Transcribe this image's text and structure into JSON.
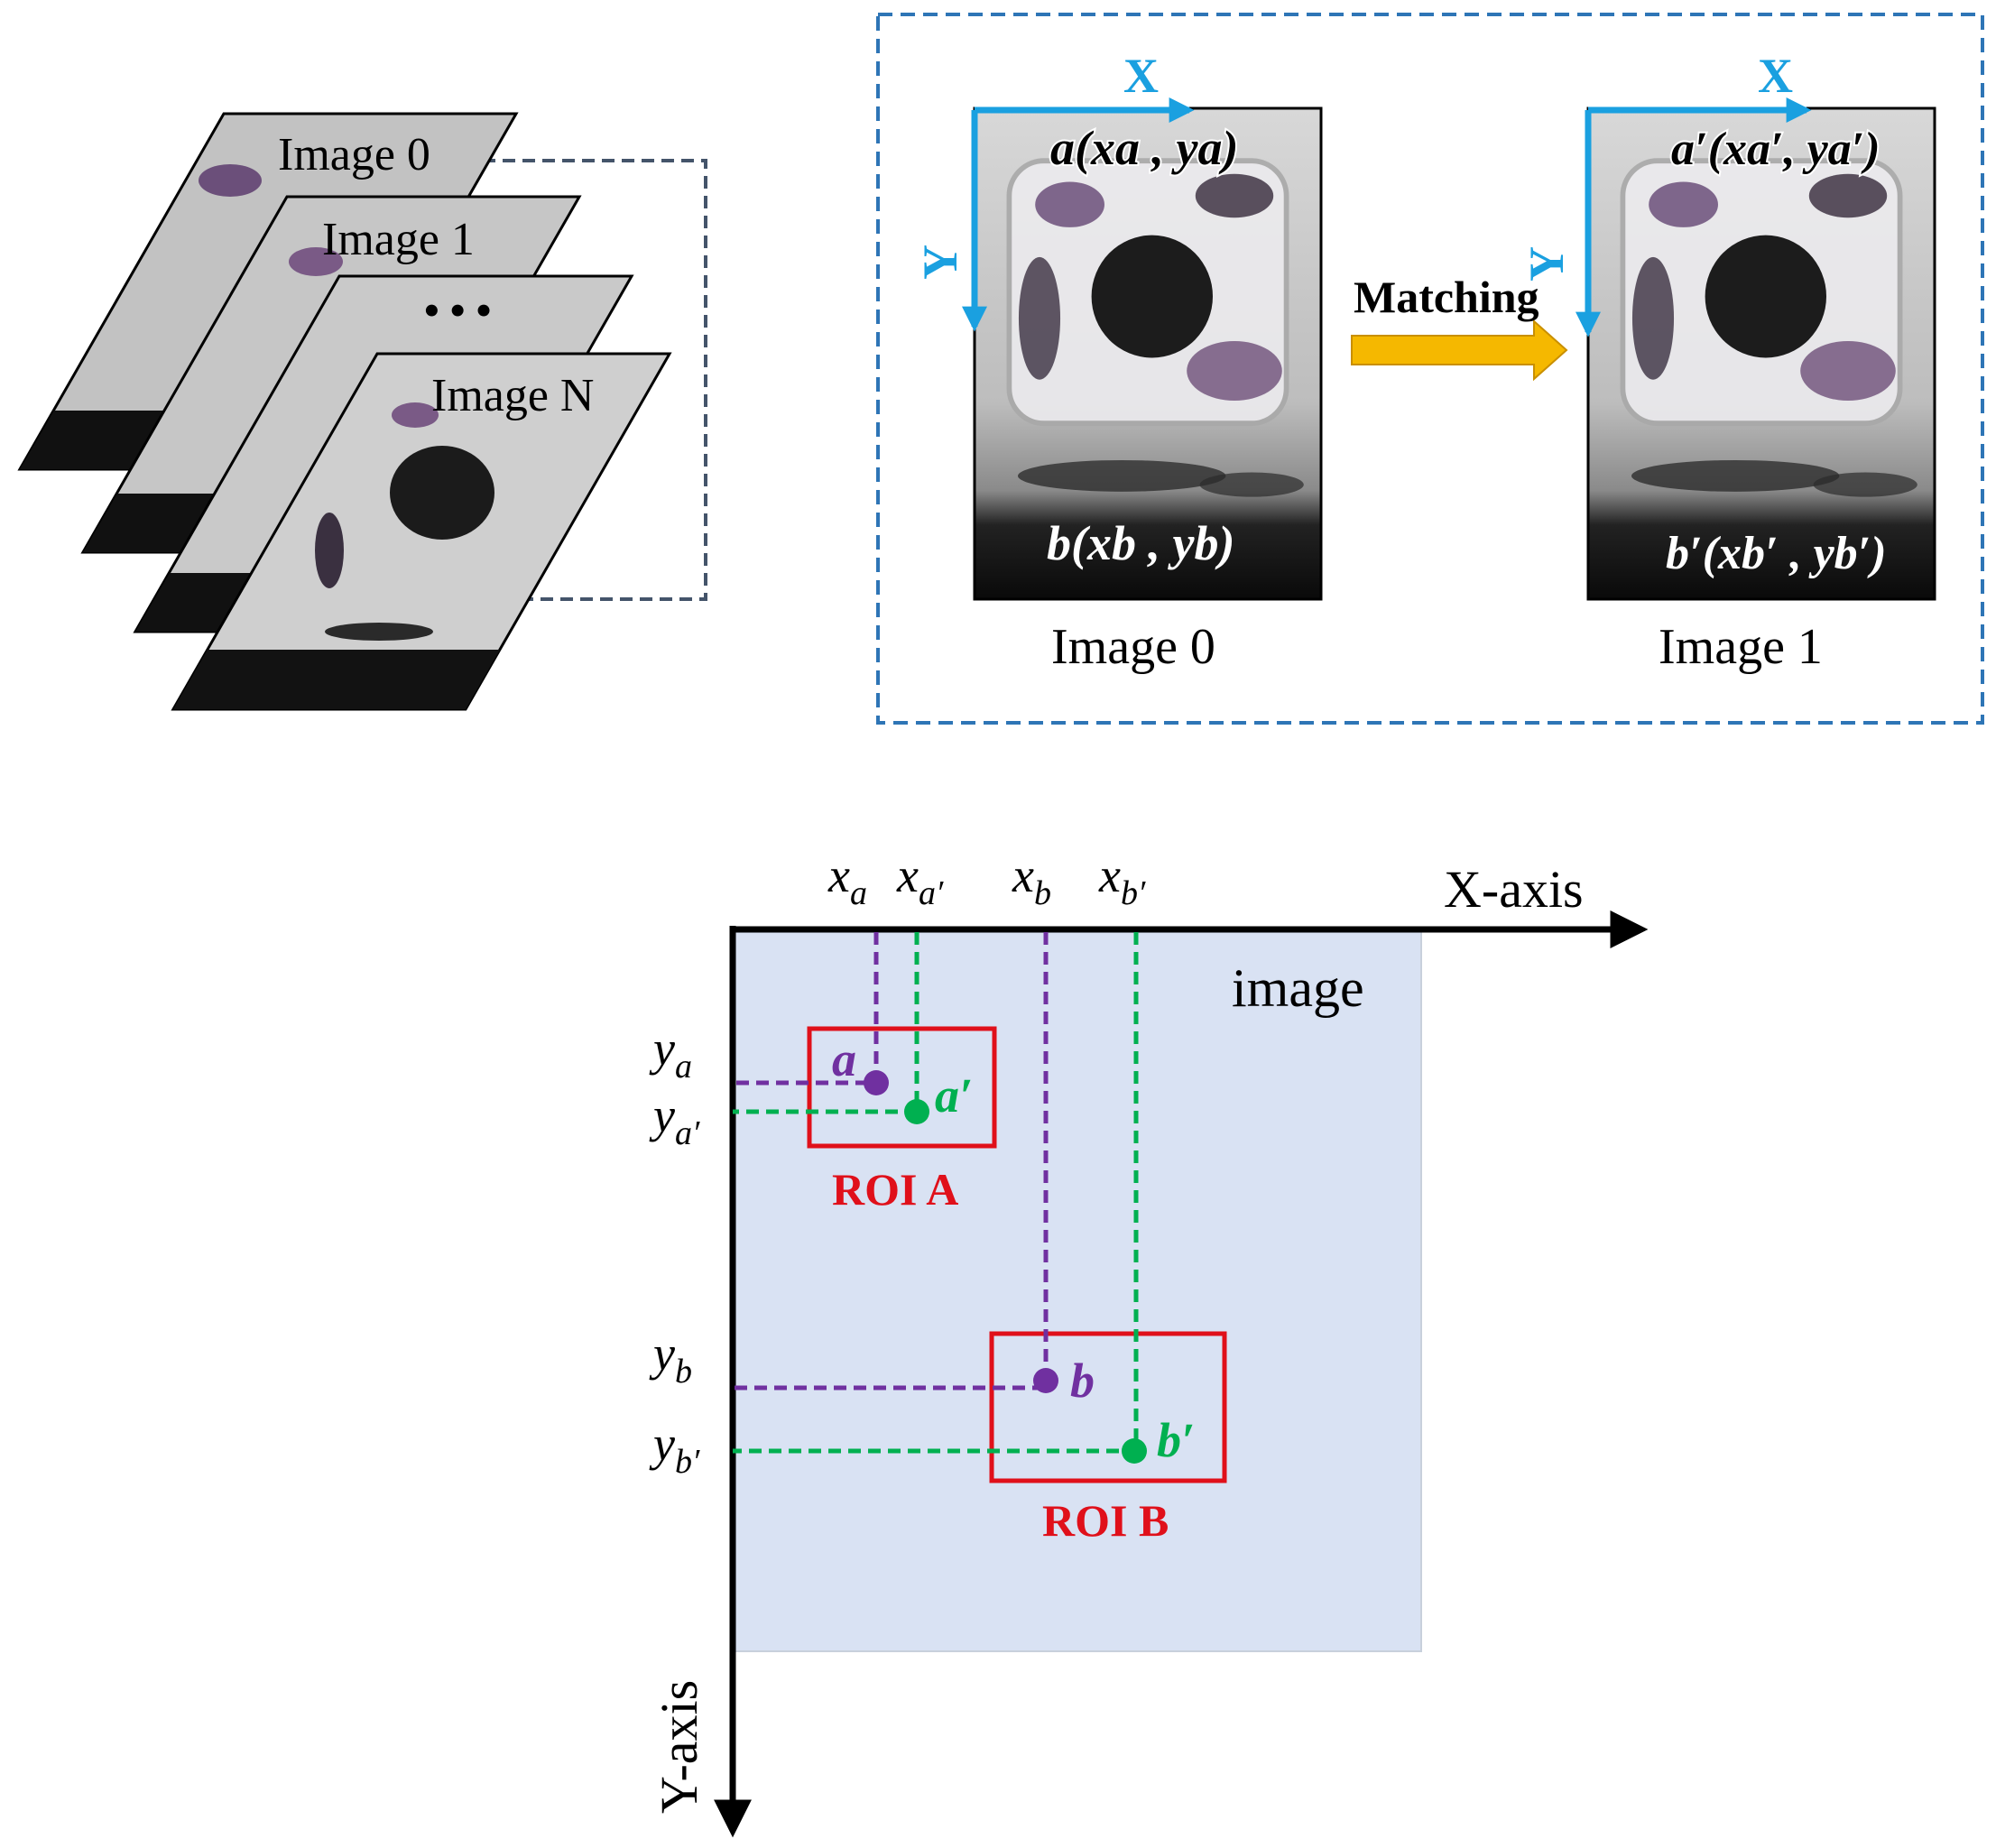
{
  "stack": {
    "labels": [
      "Image 0",
      "Image 1",
      "• • •",
      "Image N"
    ]
  },
  "matching": {
    "arrow_label": "Matching",
    "axis_x": "X",
    "axis_y": "Y",
    "image0": {
      "caption": "Image 0",
      "point_a": "a(xa , ya)",
      "point_b": "b(xb , yb)"
    },
    "image1": {
      "caption": "Image 1",
      "point_a": "a′(xa′, ya′)",
      "point_b": "b′(xb′ , yb′)"
    }
  },
  "coords": {
    "x_axis_label": "X-axis",
    "y_axis_label": "Y-axis",
    "image_label": "image",
    "x_ticks": {
      "xa": "x",
      "xa_sub": "a",
      "xa2": "x",
      "xa2_sub": "a′",
      "xb": "x",
      "xb_sub": "b",
      "xb2": "x",
      "xb2_sub": "b′"
    },
    "y_ticks": {
      "ya": "y",
      "ya_sub": "a",
      "ya2": "y",
      "ya2_sub": "a′",
      "yb": "y",
      "yb_sub": "b",
      "yb2": "y",
      "yb2_sub": "b′"
    },
    "points": {
      "a": "a",
      "a2": "a′",
      "b": "b",
      "b2": "b′"
    },
    "roi_a": "ROI A",
    "roi_b": "ROI B"
  },
  "colors": {
    "purple": "#7030a0",
    "green": "#00b050",
    "red": "#e0101a",
    "blue_axis": "#1aa0e0",
    "dashed_box": "#2e75b6",
    "stack_dash": "#44546a",
    "arrow_fill": "#f5b800",
    "image_bg": "#d9e2f3"
  }
}
